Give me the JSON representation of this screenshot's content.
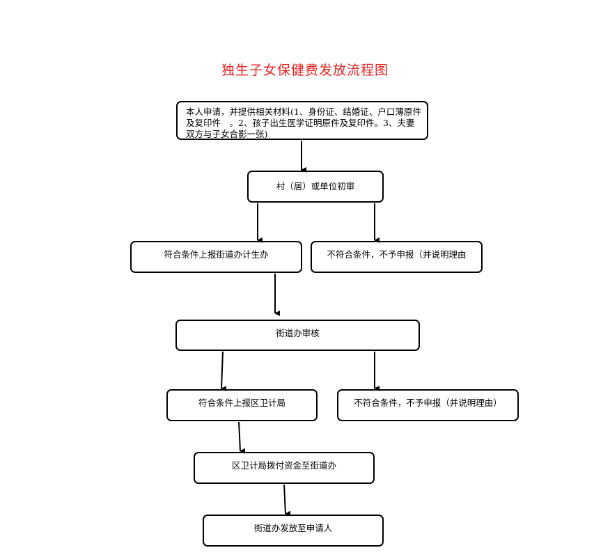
{
  "title": "独生子女保健费发放流程图",
  "colors": {
    "title": "#e8231f",
    "line": "#000000"
  },
  "steps": {
    "apply": "本人申请，并提供相关材料(1、身份证、结婚证、户口薄原件及复印件　。2、孩子出生医学证明原件及复印件。3、夫妻双方与子女合影一张)",
    "village_review": "村（居）或单位初审",
    "qualified_to_street": "符合条件上报街道办计生办",
    "not_qualified_1": "不符合条件，不予申报（并说明理由",
    "street_review": "街道办审核",
    "qualified_to_district": "符合条件上报区卫计局",
    "not_qualified_2": "不符合条件，不予申报（并说明理由）",
    "district_fund": "区卫计局拨付资金至街道办",
    "street_distribute": "街道办发放至申请人"
  }
}
